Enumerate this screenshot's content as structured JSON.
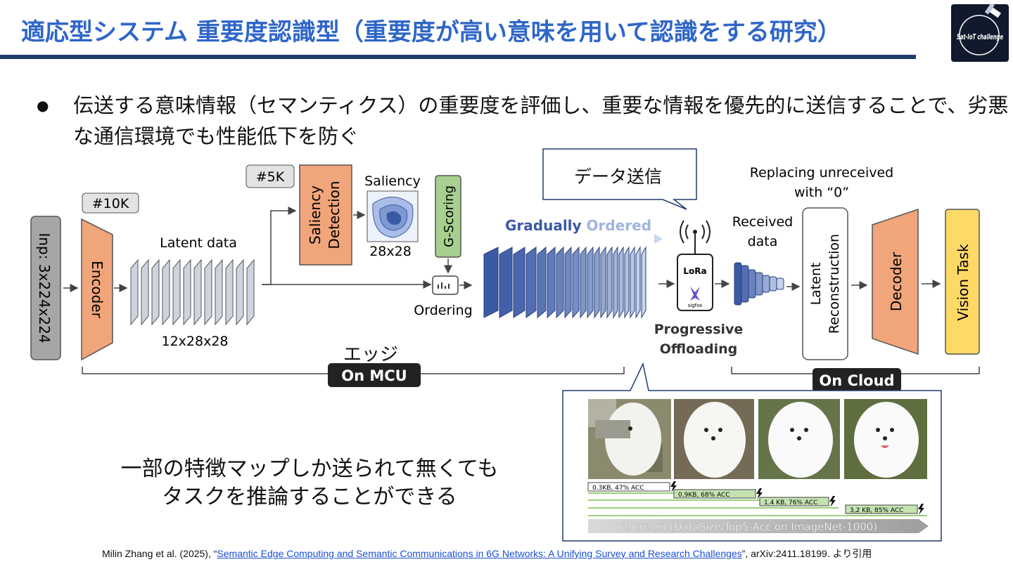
{
  "slide": {
    "title": "適応型システム 重要度認識型（重要度が高い意味を用いて認識をする研究）",
    "logo_text": "Sat-IoT challenge",
    "bullet": "伝送する意味情報（セマンティクス）の重要度を評価し、重要な情報を優先的に送信することで、劣悪な通信環境でも性能低下を防ぐ",
    "callout_data_send": "データ送信",
    "callout_edge": "エッジ",
    "note_line1": "一部の特徴マップしか送られて無くても",
    "note_line2": "タスクを推論することができる",
    "citation_prefix": "Milin Zhang et al. (2025), “",
    "citation_link": "Semantic Edge Computing and Semantic Communications in 6G Networks: A Unifying Survey and Research Challenges",
    "citation_suffix": "”, arXiv:2411.18199. より引用"
  },
  "diagram": {
    "input_label": "Inp: 3x224x224",
    "encoder_label": "Encoder",
    "encoder_badge": "#10K",
    "latent_label": "Latent data",
    "latent_size": "12x28x28",
    "saliency_badge": "#5K",
    "saliency_detection_line1": "Saliency",
    "saliency_detection_line2": "Detection",
    "saliency_label": "Saliency",
    "saliency_size": "28x28",
    "gscoring_label": "G-Scoring",
    "ordering_label": "Ordering",
    "gradually_label_a": "Gradually ",
    "gradually_label_b": "Ordered",
    "lora_label": "LoRa",
    "sigfox_label": "sigfox",
    "progressive_line1": "Progressive",
    "progressive_line2": "Offloading",
    "received_line1": "Received",
    "received_line2": "data",
    "replacing_line1": "Replacing unreceived",
    "replacing_line2": "with “0”",
    "latent_recon_line1": "Latent",
    "latent_recon_line2": "Reconstruction",
    "decoder_label": "Decoder",
    "vision_task_label": "Vision Task",
    "on_mcu": "On MCU",
    "on_cloud": "On Cloud",
    "stages": [
      {
        "label": "0.3KB, 47% ACC"
      },
      {
        "label": "0.9KB, 68% ACC"
      },
      {
        "label": "1.4 KB, 76% ACC"
      },
      {
        "label": "3,2 KB, 85% ACC"
      }
    ],
    "bitstream_label": "BitStream (DataSize/Top5-Acc on ImageNet-1000)",
    "colors": {
      "encoder": "#f0a57a",
      "input": "#a6a6a6",
      "vision": "#ffd966",
      "blue_dark": "#3b5aa6",
      "blue_light": "#a9bde6",
      "badge": "#e3e3e3"
    }
  }
}
